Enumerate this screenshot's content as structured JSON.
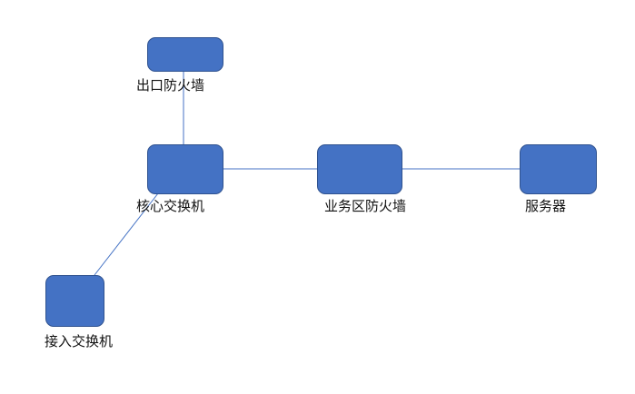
{
  "nodes": {
    "exit_firewall": "出口防火墙",
    "core_switch": "核心交换机",
    "business_firewall": "业务区防火墙",
    "server": "服务器",
    "access_switch": "接入交换机"
  },
  "colors": {
    "node_fill": "#4472C4",
    "node_border": "#2F528F",
    "edge": "#4472C4"
  }
}
